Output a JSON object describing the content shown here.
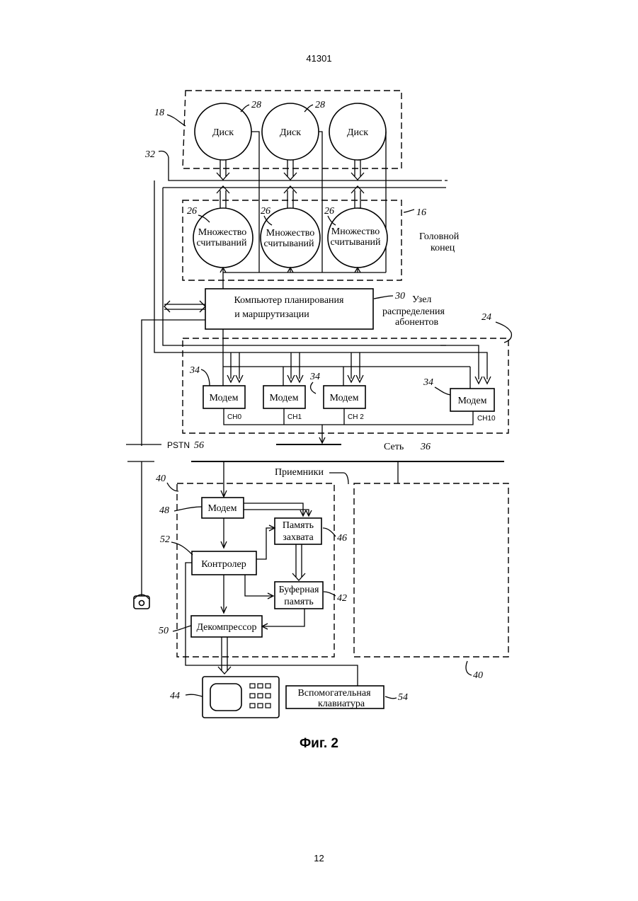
{
  "header": {
    "doc_number": "41301"
  },
  "figure": {
    "caption": "Фиг. 2",
    "headend": {
      "label_line1": "Головной",
      "label_line2": "конец",
      "ref": "16",
      "disks": [
        {
          "label": "Диск",
          "ref": "18"
        },
        {
          "label": "Диск",
          "ref": "28"
        },
        {
          "label": "Диск",
          "ref": "28"
        }
      ],
      "readers": [
        {
          "line1": "Множество",
          "line2": "считываний",
          "ref": "26"
        },
        {
          "line1": "Множество",
          "line2": "считываний",
          "ref": "26"
        },
        {
          "line1": "Множество",
          "line2": "считываний",
          "ref": "26"
        }
      ],
      "bus_ref": "32"
    },
    "computer": {
      "line1": "Компьютер планирования",
      "line2": "и маршрутизации",
      "ref": "30"
    },
    "distribution_node": {
      "line1": "Узел",
      "line2": "распределения",
      "line3": "абонентов",
      "ref": "24"
    },
    "modems": [
      {
        "label": "Модем",
        "channel": "CH0",
        "ref": "34"
      },
      {
        "label": "Модем",
        "channel": "CH1",
        "ref": ""
      },
      {
        "label": "Модем",
        "channel": "CH 2",
        "ref": "34"
      },
      {
        "label": "Модем",
        "channel": "CH10",
        "ref": "34"
      }
    ],
    "pstn": {
      "label": "PSTN",
      "ref": "56"
    },
    "network": {
      "label": "Сеть",
      "ref": "36"
    },
    "receivers": {
      "label": "Приемники",
      "ref_left": "40",
      "ref_right": "40",
      "modem": {
        "label": "Модем",
        "ref": "48"
      },
      "capture_memory": {
        "line1": "Память",
        "line2": "захвата",
        "ref": "46"
      },
      "controller": {
        "label": "Контролер",
        "ref": "52"
      },
      "buffer_memory": {
        "line1": "Буферная",
        "line2": "память",
        "ref": "42"
      },
      "decompressor": {
        "label": "Декомпрессор",
        "ref": "50"
      }
    },
    "tv": {
      "ref": "44"
    },
    "keyboard": {
      "line1": "Вспомогательная",
      "line2": "клавиатура",
      "ref": "54"
    }
  },
  "footer": {
    "page_number": "12"
  }
}
